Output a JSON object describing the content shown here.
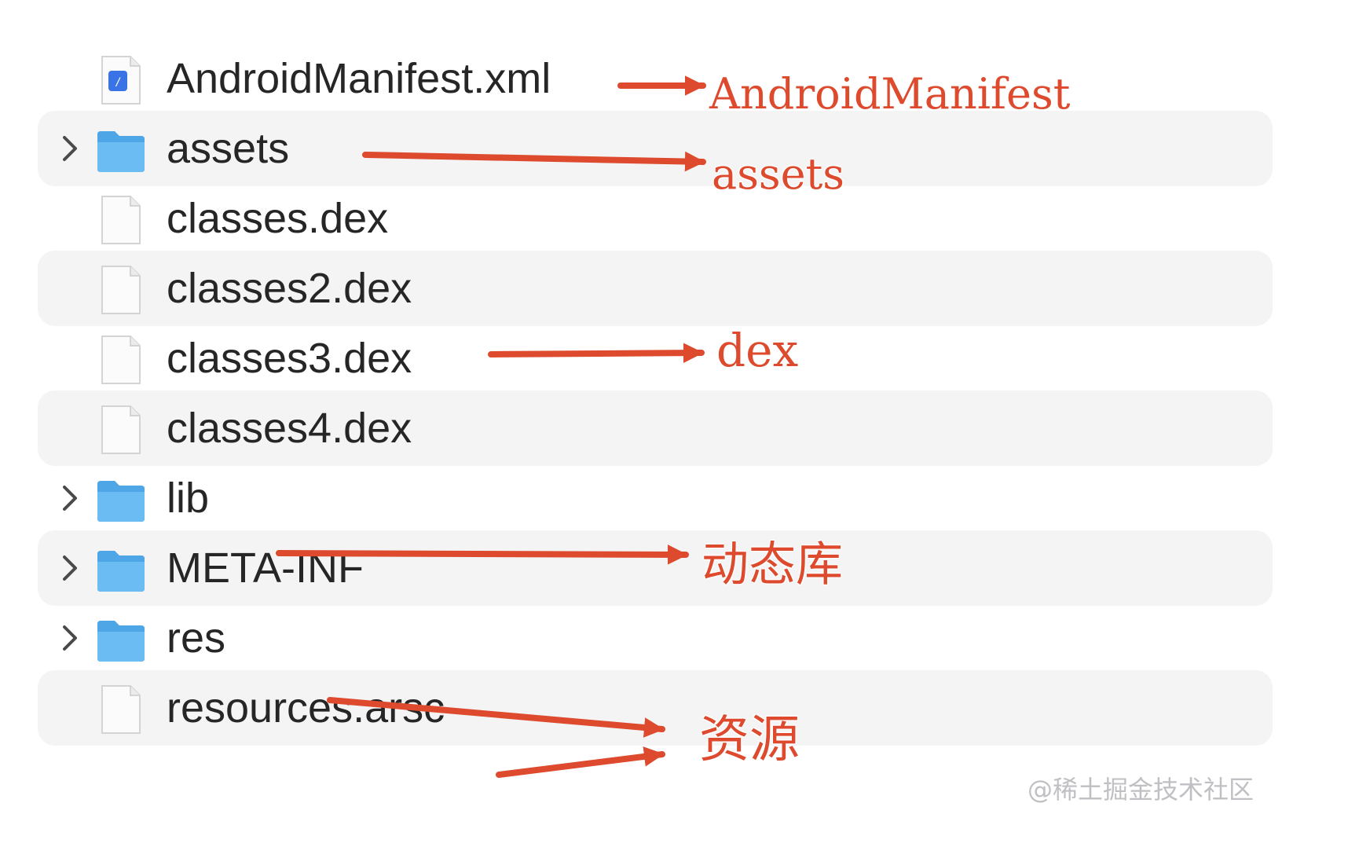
{
  "files": [
    {
      "name": "AndroidManifest.xml",
      "type": "xml",
      "expandable": false
    },
    {
      "name": "assets",
      "type": "folder",
      "expandable": true
    },
    {
      "name": "classes.dex",
      "type": "file",
      "expandable": false
    },
    {
      "name": "classes2.dex",
      "type": "file",
      "expandable": false
    },
    {
      "name": "classes3.dex",
      "type": "file",
      "expandable": false
    },
    {
      "name": "classes4.dex",
      "type": "file",
      "expandable": false
    },
    {
      "name": "lib",
      "type": "folder",
      "expandable": true
    },
    {
      "name": "META-INF",
      "type": "folder",
      "expandable": true
    },
    {
      "name": "res",
      "type": "folder",
      "expandable": true
    },
    {
      "name": "resources.arsc",
      "type": "file",
      "expandable": false
    }
  ],
  "annotations": {
    "manifest": "AndroidManifest",
    "assets": "assets",
    "dex": "dex",
    "lib": "动态库",
    "resources": "资源"
  },
  "watermark": "@稀土掘金技术社区",
  "colors": {
    "annotation": "#dd4a2d",
    "row_stripe": "#f4f4f5",
    "folder": "#5fb3ec",
    "text": "#262626"
  },
  "icons": {
    "folder": "folder-icon",
    "file": "file-icon",
    "xml": "xml-file-icon",
    "disclosure": "chevron-right-icon"
  }
}
